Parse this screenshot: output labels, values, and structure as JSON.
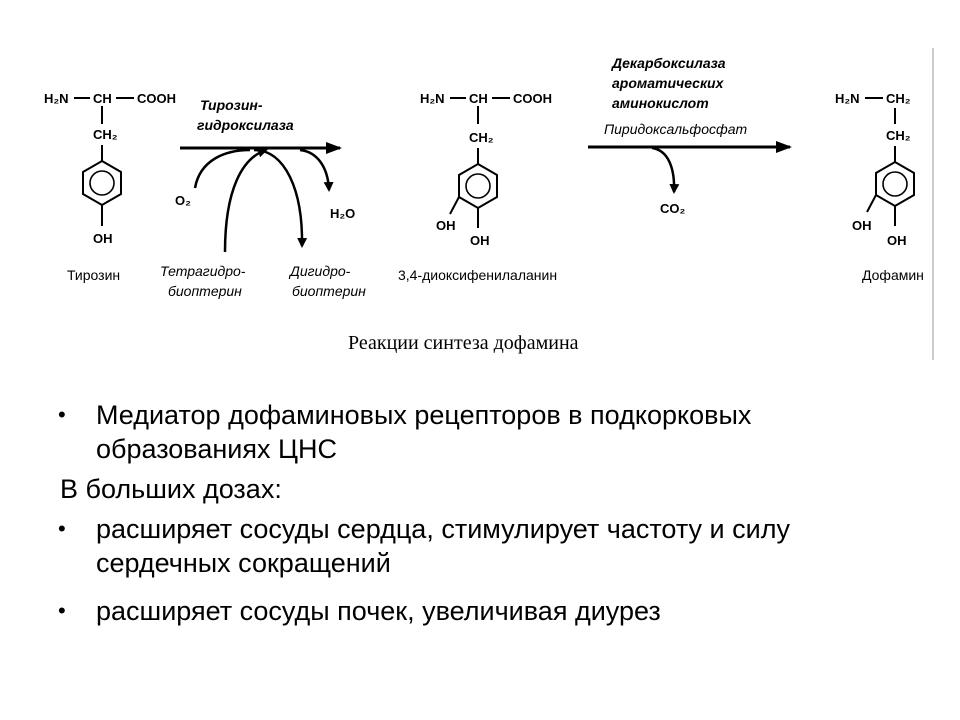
{
  "compounds": {
    "tyrosine": {
      "h2n": "H₂N",
      "ch": "CH",
      "cooh": "COOH",
      "ch2": "CH₂",
      "oh": "OH",
      "name": "Тирозин"
    },
    "dopa": {
      "h2n": "H₂N",
      "ch": "CH",
      "cooh": "COOH",
      "ch2": "CH₂",
      "oh1": "OH",
      "oh2": "OH",
      "name": "3,4-диоксифенилаланин"
    },
    "dopamine": {
      "h2n": "H₂N",
      "ch2a": "CH₂",
      "ch2b": "CH₂",
      "oh1": "OH",
      "oh2": "OH",
      "name": "Дофамин"
    }
  },
  "reaction1": {
    "enzyme_line1": "Тирозин-",
    "enzyme_line2": "гидроксилаза",
    "o2": "O₂",
    "h2o": "H₂O",
    "cofactor_in_line1": "Тетрагидро-",
    "cofactor_in_line2": "биоптерин",
    "cofactor_out_line1": "Дигидро-",
    "cofactor_out_line2": "биоптерин"
  },
  "reaction2": {
    "enzyme_line1": "Декарбоксилаза",
    "enzyme_line2": "ароматических",
    "enzyme_line3": "аминокислот",
    "cofactor": "Пиридоксальфосфат",
    "co2": "CO₂"
  },
  "caption": "Реакции синтеза дофамина",
  "text": {
    "bullet1": "Медиатор дофаминовых рецепторов в подкорковых образованиях ЦНС",
    "heading": "В больших дозах:",
    "bullet2": "расширяет сосуды сердца, стимулирует частоту и силу сердечных сокращений",
    "bullet3": "расширяет сосуды почек, увеличивая диурез",
    "bullet_glyph": "•"
  }
}
